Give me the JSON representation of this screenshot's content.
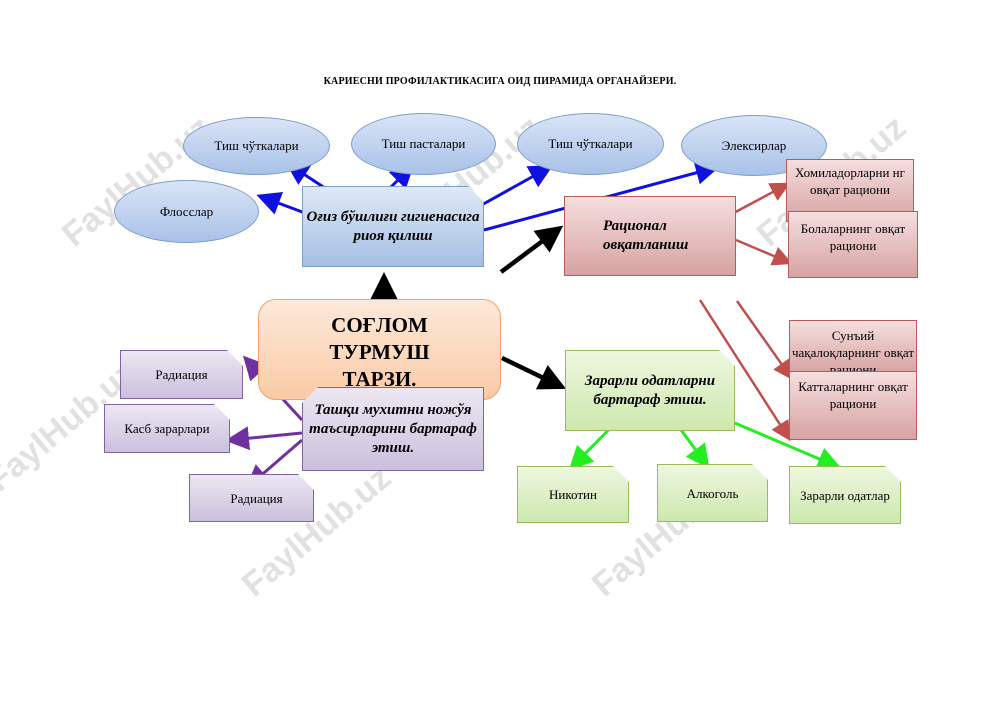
{
  "title": "КАРИЕСНИ ПРОФИЛАКТИКАСИГА ОИД ПИРАМИДА ОРГАНАЙЗЕРИ.",
  "center": "СОҒЛОМ ТУРМУШ ТАРЗИ.",
  "branches": {
    "hygiene": {
      "label": "Оғиз бўшлиғи гигиенасига риоя қилиш",
      "items": [
        "Тиш чўткалари",
        "Тиш пасталари",
        "Тиш чўткалари",
        "Элексирлар",
        "Флосслар"
      ]
    },
    "nutrition": {
      "label": "Рационал овқатланиш",
      "items": [
        "Хомиладорларни нг овқат рациони",
        "Болаларнинг овқат рациони",
        "Сунъий чақалоқларнинг овқат рациони",
        "Катталарнинг овқат рациони"
      ]
    },
    "habits": {
      "label": "Зарарли одатларни бартараф этиш.",
      "items": [
        "Никотин",
        "Алкоголь",
        "Зарарли одатлар"
      ]
    },
    "environment": {
      "label": "Ташқи мухитни ножўя таъсирларини бартараф этиш.",
      "items": [
        "Радиация",
        "Касб зарарлари",
        "Радиация"
      ]
    }
  },
  "watermark": "FaylHub.uz",
  "colors": {
    "blue_arrow": "#1010e0",
    "red_arrow": "#c0504d",
    "green_arrow": "#22ee22",
    "purple_arrow": "#7030a0",
    "black_arrow": "#000000"
  }
}
